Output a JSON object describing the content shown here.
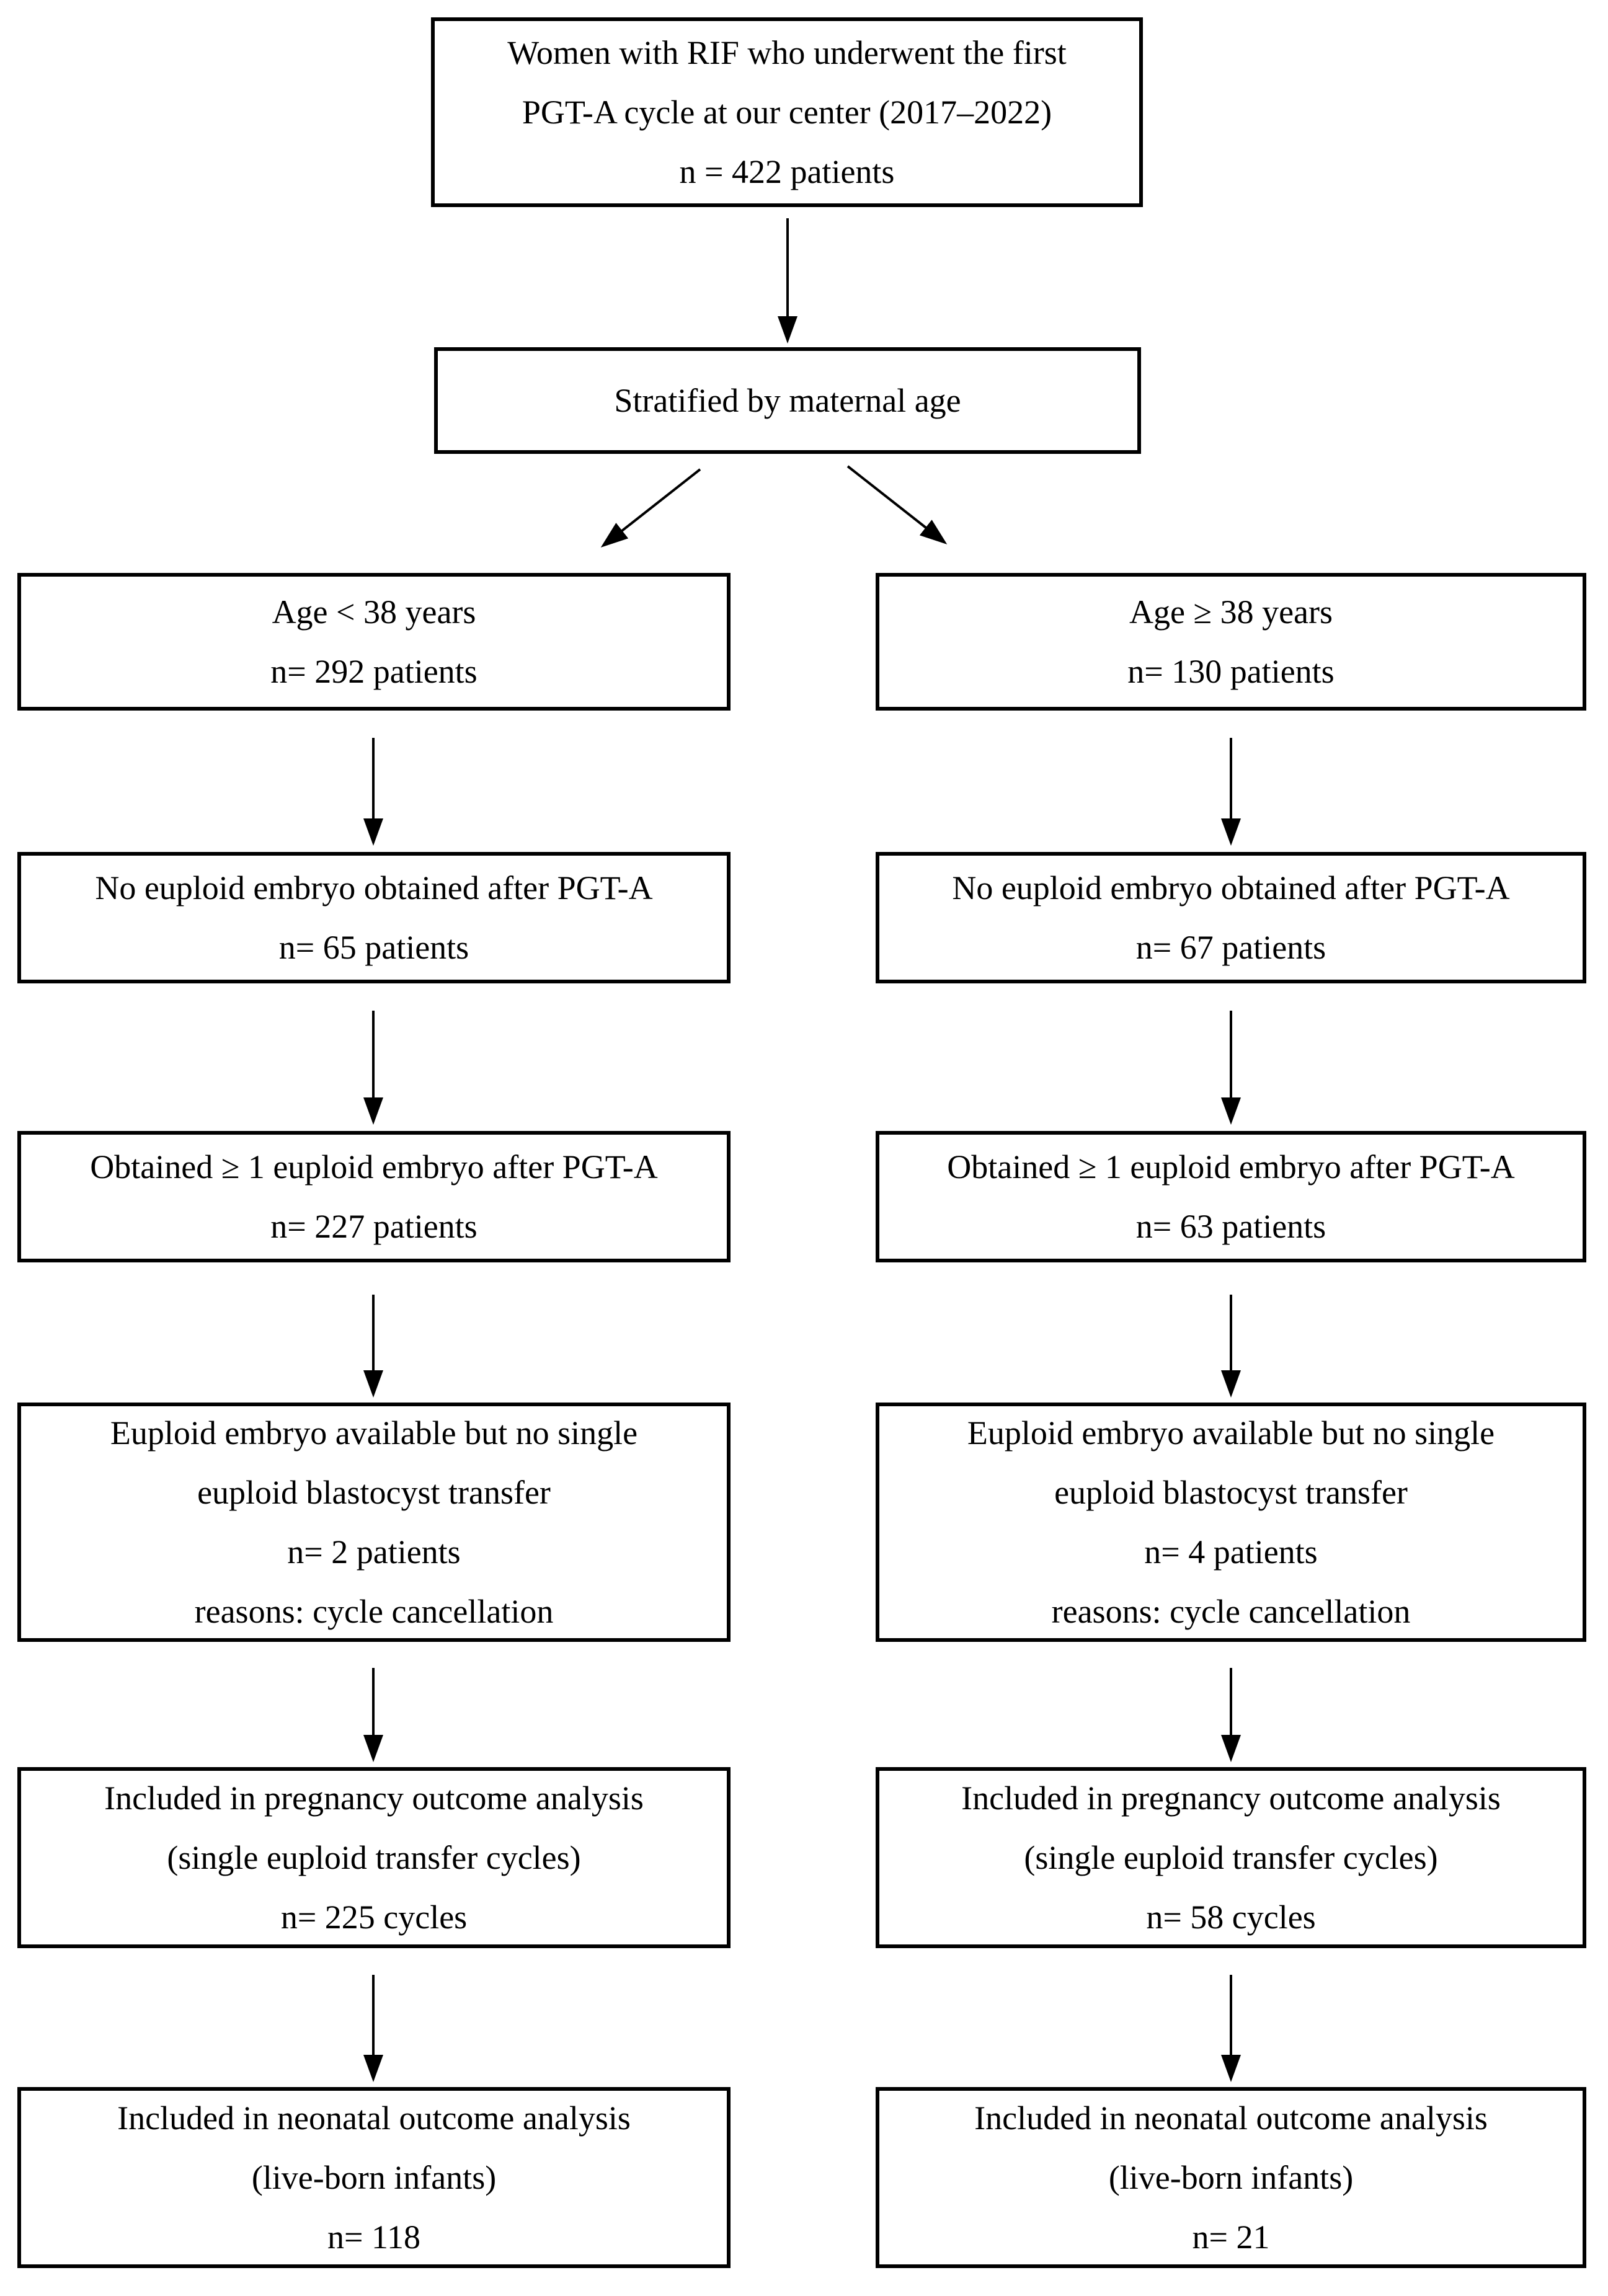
{
  "style": {
    "background": "#ffffff",
    "box_border_color": "#000000",
    "arrow_color": "#000000",
    "text_color": "#000000"
  },
  "flow": {
    "root": {
      "lines": [
        "Women with RIF who underwent the first",
        "PGT-A cycle at our center (2017–2022)",
        "n = 422 patients"
      ]
    },
    "stratify": {
      "lines": [
        "Stratified by maternal age"
      ]
    },
    "left_branch": {
      "age": {
        "lines": [
          "Age < 38 years",
          "n= 292 patients"
        ]
      },
      "no_euploid": {
        "lines": [
          "No euploid embryo obtained after PGT-A",
          "n= 65 patients"
        ]
      },
      "obtained": {
        "lines": [
          "Obtained ≥ 1 euploid embryo after PGT-A",
          "n= 227 patients"
        ]
      },
      "no_transfer": {
        "lines": [
          "Euploid embryo available but no single",
          "euploid blastocyst transfer",
          "n= 2 patients",
          "reasons: cycle cancellation"
        ]
      },
      "pregnancy": {
        "lines": [
          "Included in pregnancy outcome analysis",
          "(single euploid transfer cycles)",
          "n= 225 cycles"
        ]
      },
      "neonatal": {
        "lines": [
          "Included in neonatal outcome analysis",
          "(live-born infants)",
          "n= 118"
        ]
      }
    },
    "right_branch": {
      "age": {
        "lines": [
          "Age ≥ 38 years",
          "n= 130 patients"
        ]
      },
      "no_euploid": {
        "lines": [
          "No euploid embryo obtained after PGT-A",
          "n= 67 patients"
        ]
      },
      "obtained": {
        "lines": [
          "Obtained ≥ 1 euploid embryo after PGT-A",
          "n= 63 patients"
        ]
      },
      "no_transfer": {
        "lines": [
          "Euploid embryo available but no single",
          "euploid blastocyst transfer",
          "n= 4 patients",
          "reasons: cycle cancellation"
        ]
      },
      "pregnancy": {
        "lines": [
          "Included in pregnancy outcome analysis",
          "(single euploid transfer cycles)",
          "n= 58 cycles"
        ]
      },
      "neonatal": {
        "lines": [
          "Included in neonatal outcome analysis",
          "(live-born infants)",
          "n= 21"
        ]
      }
    }
  }
}
